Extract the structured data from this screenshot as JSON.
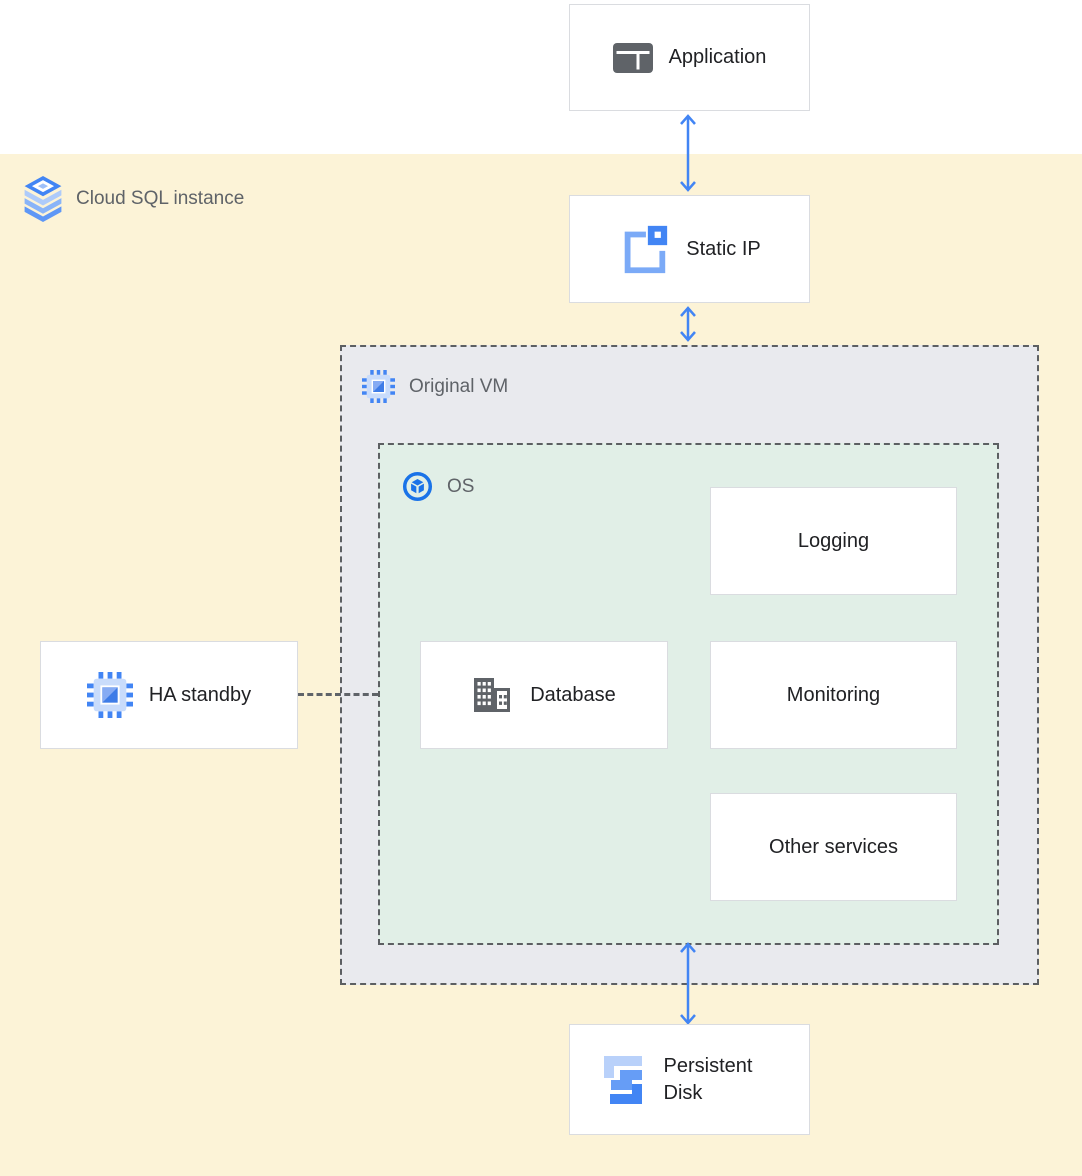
{
  "diagram": {
    "title_area": {
      "container_label": "Cloud SQL instance",
      "container_icon": "cloud-sql-icon"
    },
    "regions": {
      "original_vm": {
        "label": "Original VM",
        "icon": "compute-engine-icon",
        "bg_color": "#e9eaee",
        "border_color": "#5c5f62"
      },
      "os": {
        "label": "OS",
        "icon": "os-icon",
        "bg_color": "#e1efe7",
        "border_color": "#5c5f62"
      }
    },
    "nodes": {
      "application": {
        "label": "Application",
        "icon": "application-icon"
      },
      "static_ip": {
        "label": "Static IP",
        "icon": "static-ip-icon"
      },
      "ha_standby": {
        "label": "HA standby",
        "icon": "compute-engine-icon"
      },
      "logging": {
        "label": "Logging"
      },
      "database": {
        "label": "Database",
        "icon": "database-icon"
      },
      "monitoring": {
        "label": "Monitoring"
      },
      "other_services": {
        "label": "Other services"
      },
      "persistent_disk": {
        "label": "Persistent Disk",
        "icon": "persistent-disk-icon"
      }
    },
    "connectors": {
      "application_to_static_ip": "double-headed-arrow",
      "static_ip_to_original_vm": "double-headed-arrow",
      "os_to_persistent_disk": "double-headed-arrow",
      "ha_standby_to_original_vm": "dashed-line"
    },
    "colors": {
      "background_top": "#ffffff",
      "background_main": "#fcf3d7",
      "arrow_blue": "#4285f4",
      "card_border": "#dadce0",
      "text_dark": "#202124",
      "text_gray": "#5f6368"
    }
  }
}
